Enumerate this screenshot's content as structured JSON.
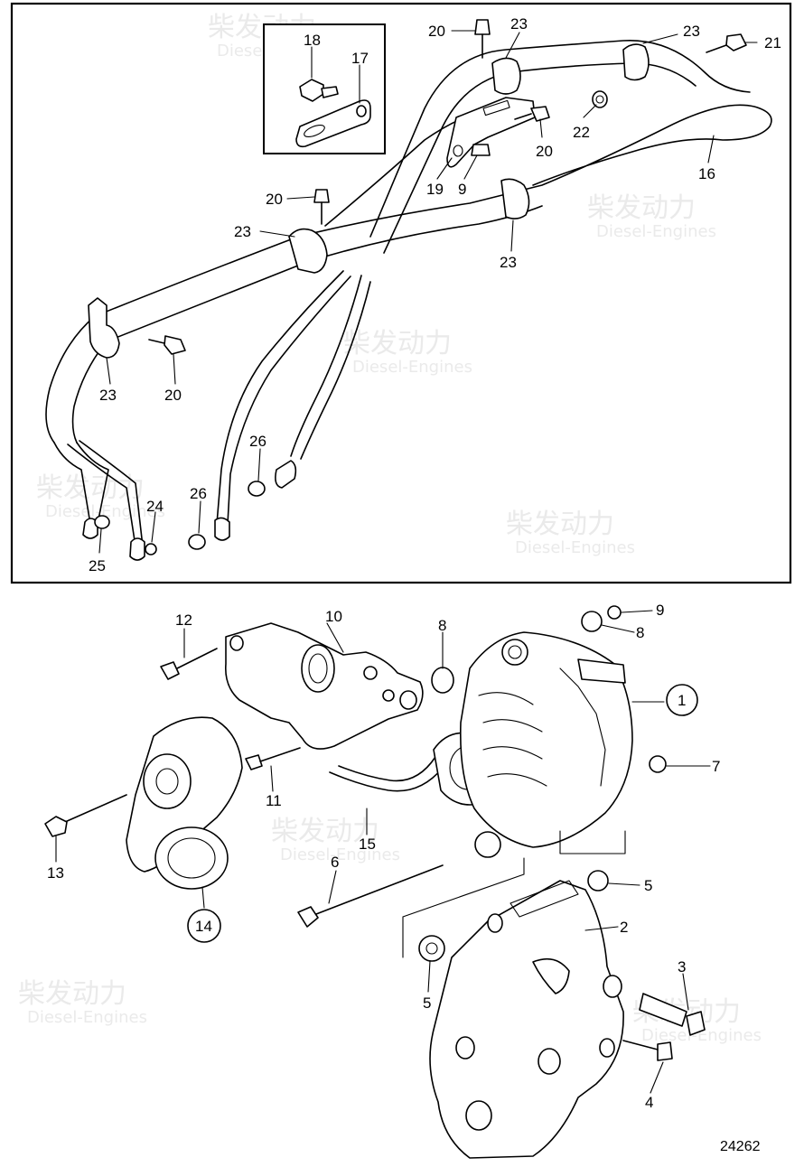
{
  "diagram": {
    "drawing_number": "24262",
    "watermark": {
      "brand_cn": "柴发动力",
      "brand_en": "Diesel-Engines"
    },
    "upper_callouts": [
      {
        "id": "18",
        "text": "18"
      },
      {
        "id": "17",
        "text": "17"
      },
      {
        "id": "20a",
        "text": "20"
      },
      {
        "id": "23a",
        "text": "23"
      },
      {
        "id": "23b",
        "text": "23"
      },
      {
        "id": "21",
        "text": "21"
      },
      {
        "id": "22",
        "text": "22"
      },
      {
        "id": "20b",
        "text": "20"
      },
      {
        "id": "16",
        "text": "16"
      },
      {
        "id": "19",
        "text": "19"
      },
      {
        "id": "9u",
        "text": "9"
      },
      {
        "id": "20c",
        "text": "20"
      },
      {
        "id": "23c",
        "text": "23"
      },
      {
        "id": "23d",
        "text": "23"
      },
      {
        "id": "23e",
        "text": "23"
      },
      {
        "id": "20d",
        "text": "20"
      },
      {
        "id": "26a",
        "text": "26"
      },
      {
        "id": "26b",
        "text": "26"
      },
      {
        "id": "24",
        "text": "24"
      },
      {
        "id": "25",
        "text": "25"
      }
    ],
    "lower_callouts": [
      {
        "id": "12",
        "text": "12"
      },
      {
        "id": "10",
        "text": "10"
      },
      {
        "id": "8a",
        "text": "8"
      },
      {
        "id": "9l",
        "text": "9"
      },
      {
        "id": "8b",
        "text": "8"
      },
      {
        "id": "1",
        "text": "1"
      },
      {
        "id": "11",
        "text": "11"
      },
      {
        "id": "7",
        "text": "7"
      },
      {
        "id": "15",
        "text": "15"
      },
      {
        "id": "13",
        "text": "13"
      },
      {
        "id": "6",
        "text": "6"
      },
      {
        "id": "14",
        "text": "14"
      },
      {
        "id": "5a",
        "text": "5"
      },
      {
        "id": "2",
        "text": "2"
      },
      {
        "id": "3",
        "text": "3"
      },
      {
        "id": "5b",
        "text": "5"
      },
      {
        "id": "4",
        "text": "4"
      }
    ]
  }
}
